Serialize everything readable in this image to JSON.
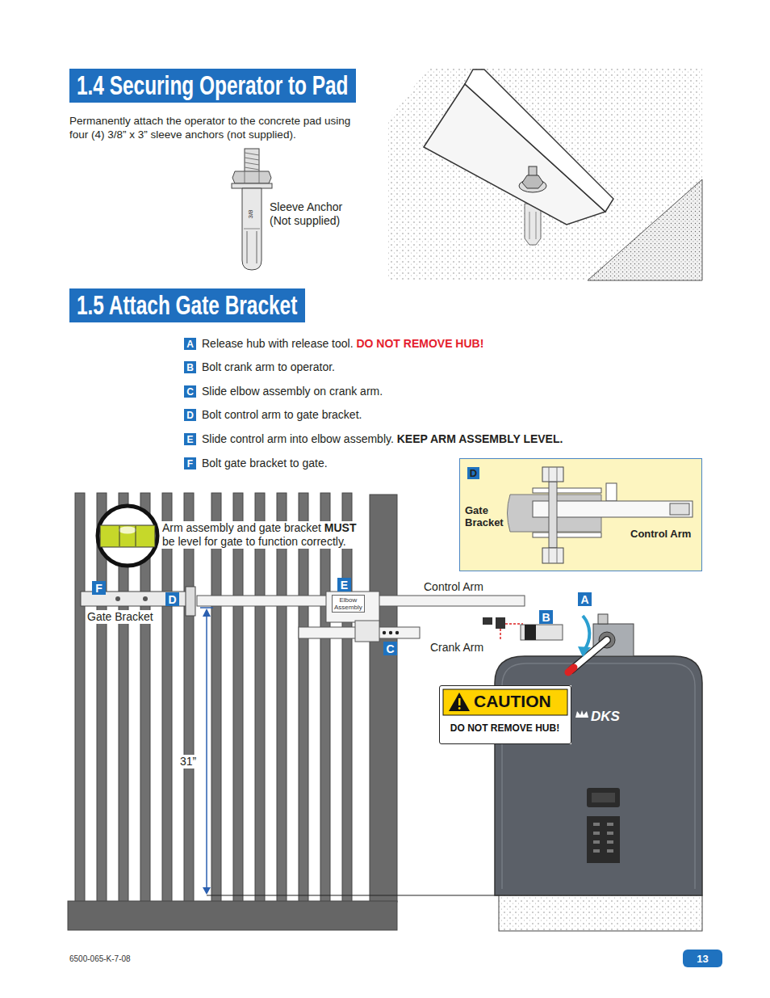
{
  "diagram": {
    "nodes": [
      {
        "text": [
          "1.4 Securing Operator to Pad"
        ]
      },
      {
        "text": [
          "1.5 Attach Gate Bracket"
        ]
      },
      {
        "text": [
          "A"
        ]
      },
      {
        "text": [
          "B"
        ]
      },
      {
        "text": [
          "C"
        ]
      },
      {
        "text": [
          "D"
        ]
      },
      {
        "text": [
          "E"
        ]
      },
      {
        "text": [
          "F"
        ]
      },
      {
        "text": [
          "Gate Bracket",
          "Control Arm"
        ]
      },
      {
        "text": [
          "D"
        ],
        "in": 8
      },
      {
        "text": [
          "F"
        ]
      },
      {
        "text": [
          "D"
        ]
      },
      {
        "text": [
          "E"
        ]
      },
      {
        "text": [
          "Elbow Assembly"
        ]
      },
      {
        "text": [
          "A"
        ]
      },
      {
        "text": [
          "B"
        ]
      },
      {
        "text": [
          "C"
        ]
      },
      {
        "text": [
          "CAUTION",
          "DO NOT REMOVE HUB!"
        ]
      },
      {
        "text": [
          "13"
        ]
      }
    ],
    "labels": [
      "Permanently attach the operator to the concrete pad using four (4) 3/8” x 3” sleeve anchors (not supplied).",
      "3/8",
      "Sleeve Anchor (Not supplied)",
      "Release hub with release tool.",
      "DO NOT REMOVE HUB!",
      "Bolt crank arm to operator.",
      "Slide elbow assembly on crank arm.",
      "Bolt control arm to gate bracket.",
      "Slide control arm into elbow assembly.",
      "KEEP ARM ASSEMBLY LEVEL.",
      "Bolt gate bracket to gate.",
      "Arm assembly and gate bracket",
      "MUST",
      "be level for gate to function correctly.",
      "Control Arm",
      "Gate Bracket",
      "Crank Arm",
      "31”",
      "DKS",
      "6500-065-K-7-08"
    ]
  }
}
